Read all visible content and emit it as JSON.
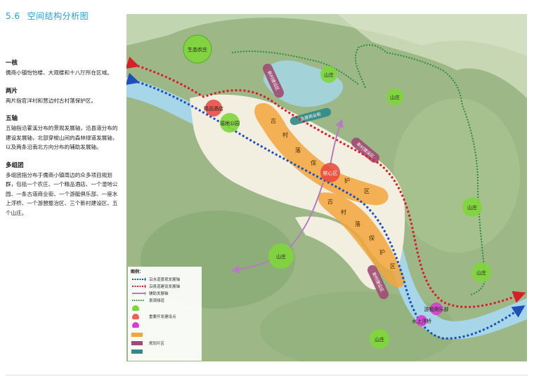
{
  "header": {
    "section_number": "5.6",
    "title": "空间结构分析图"
  },
  "text_blocks": [
    {
      "heading": "一核",
      "body": "儒商小镇怡怡楼、大观楼和十八厅所在区域。"
    },
    {
      "heading": "两片",
      "body": "两片指官洋村和营边村古村落保护区。"
    },
    {
      "heading": "五轴",
      "body": "五轴指沿霍溪分布的景观发展轴，沿县道分布的建设发展轴，北部穿梭山间的森林绿道发展轴，以及两条沿南北方向分布的辅助发展轴。"
    },
    {
      "heading": "多组团",
      "body": "多组团指分布于儒商小镇周边的众多项目规划群，包括一个农庄、一个精品酒店、一个湿地公园、一条古道商业街、一个游艇俱乐部、一座水上浮桥、一个游憩整治区、三个新村建设区、五个山庄。"
    }
  ],
  "map": {
    "colors": {
      "axis_blue": "#1d4fb8",
      "axis_red": "#d61f2a",
      "axis_purple": "#b57cc0",
      "greenway": "#2c8f3a",
      "core_red": "#e8453c",
      "node_green": "#7fd63a",
      "node_magenta": "#d63fd0",
      "zone_orange": "#f2a53c",
      "zone_purple": "#a04a72",
      "water": "#a6d6e8",
      "town": "#f3efe0"
    },
    "labels": {
      "farm": "生态农庄",
      "hotel": "精品酒店",
      "wetland": "湿地公园",
      "core": "核心区",
      "shan1": "山庄",
      "shan2": "山庄",
      "shan3": "山庄",
      "shan4": "山庄",
      "shan5": "山庄",
      "shan6": "山庄",
      "yacht": "游艇俱乐部",
      "bridge": "水上浮桥",
      "newvillage1": "新村建设区",
      "newvillage2": "新村建设区",
      "newvillage3": "新村建设区",
      "street": "古道商业街"
    },
    "zone_text_1": [
      "古",
      "村",
      "落",
      "保",
      "护",
      "区"
    ],
    "zone_text_2": [
      "古",
      "村",
      "落",
      "保",
      "护",
      "区"
    ]
  },
  "legend": {
    "title": "图例：",
    "items": [
      {
        "symbol": "blue-dotted-arrow",
        "label": "沿水道景观发展轴"
      },
      {
        "symbol": "red-dotted-arrow",
        "label": "沿县道建设发展轴"
      },
      {
        "symbol": "purple-arrow",
        "label": "辅助发展轴"
      },
      {
        "symbol": "green-dotted",
        "label": "景观绿道"
      },
      {
        "symbol": "green-circle",
        "label": ""
      },
      {
        "symbol": "red-circle",
        "label": "重要开发建设点"
      },
      {
        "symbol": "magenta-circle",
        "label": ""
      },
      {
        "symbol": "orange-rect",
        "label": ""
      },
      {
        "symbol": "purple-rect",
        "label": "规划片区"
      },
      {
        "symbol": "teal-rect",
        "label": ""
      }
    ]
  }
}
